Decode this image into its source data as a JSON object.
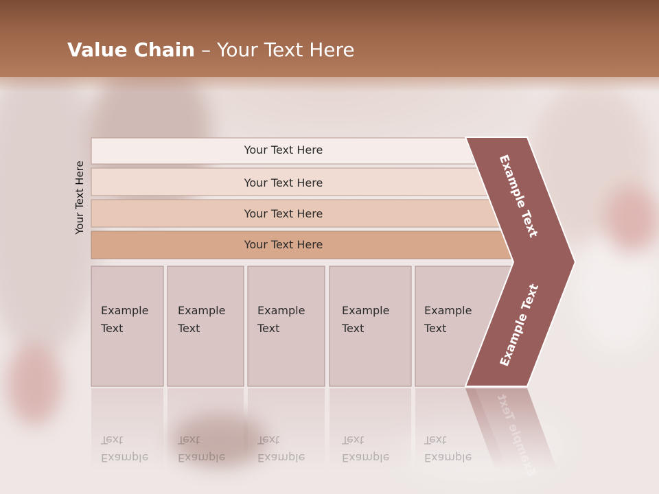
{
  "slide": {
    "title_bold": "Value Chain",
    "title_rest": " – Your Text Here"
  },
  "side_label": "Your Text Here",
  "rows": [
    {
      "label": "Your Text Here",
      "color": "#f6ece9"
    },
    {
      "label": "Your Text Here",
      "color": "#f0dcd2"
    },
    {
      "label": "Your Text Here",
      "color": "#e8c8b6"
    },
    {
      "label": "Your Text Here",
      "color": "#d8a88c"
    }
  ],
  "columns": [
    {
      "line1": "Example",
      "line2": "Text"
    },
    {
      "line1": "Example",
      "line2": "Text"
    },
    {
      "line1": "Example",
      "line2": "Text"
    },
    {
      "line1": "Example",
      "line2": "Text"
    },
    {
      "line1": "Example",
      "line2": "Text"
    }
  ],
  "arrow": {
    "upper_label": "Example Text",
    "lower_label": "Example Text",
    "color": "#985e5c"
  },
  "colors": {
    "header": "#9b6448",
    "column_fill": "#d8c2c2"
  }
}
